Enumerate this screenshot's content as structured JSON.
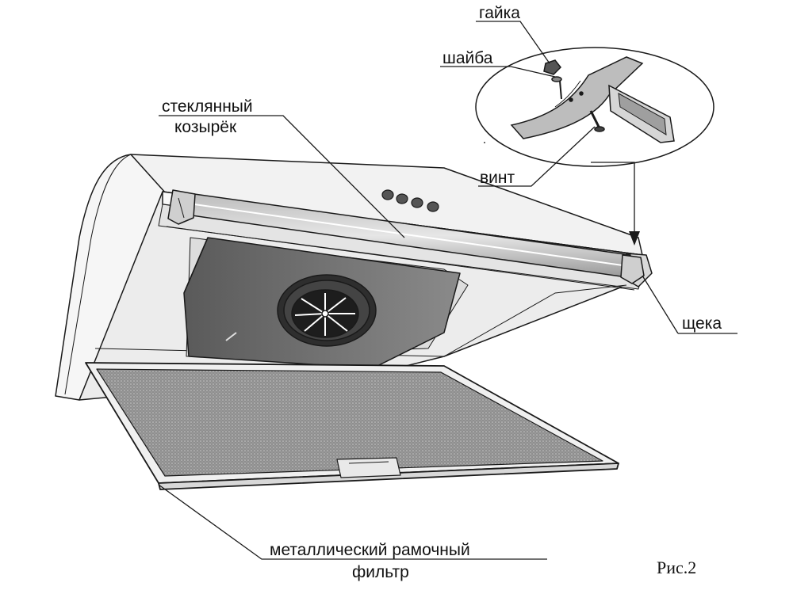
{
  "labels": {
    "nut": "гайка",
    "washer": "шайба",
    "screw": "винт",
    "glass_visor_line1": "стеклянный",
    "glass_visor_line2": "козырёк",
    "cheek": "щека",
    "filter_line1": "металлический рамочный",
    "filter_line2": "фильтр"
  },
  "figure_caption": "Рис.2",
  "colors": {
    "line": "#1a1a1a",
    "body_fill": "#f4f4f4",
    "inner_fill": "#dcdcdc",
    "duct_fill": "#6f6f6f",
    "filter_mesh": "#9a9a9a"
  }
}
